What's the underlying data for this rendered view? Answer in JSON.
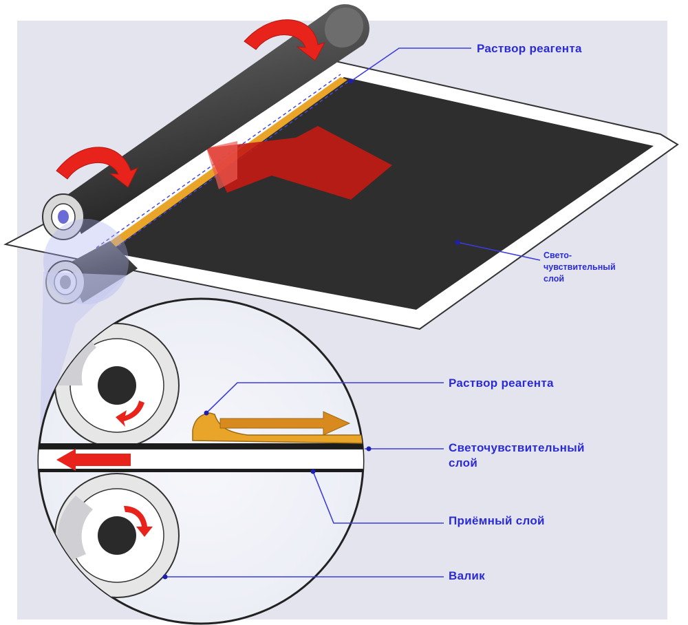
{
  "labels": {
    "reagent_top": "Раствор реагента",
    "photo_top_lines": [
      "Свето-",
      "чувствительный",
      "слой"
    ],
    "reagent_zoom": "Раствор реагента",
    "photo_zoom_lines": [
      "Светочувствительный",
      "слой"
    ],
    "receiving_layer": "Приёмный слой",
    "roller": "Валик"
  },
  "colors": {
    "background_panel": "#e3e4ee",
    "sheet": "#2e2e2e",
    "roller": "#4a4a4a",
    "arrow_red": "#e8231c",
    "reagent_orange": "#d98a1f",
    "reagent_yellow": "#e9a52a",
    "label_blue": "#2b2bd6",
    "print_red": "#c41b14"
  }
}
